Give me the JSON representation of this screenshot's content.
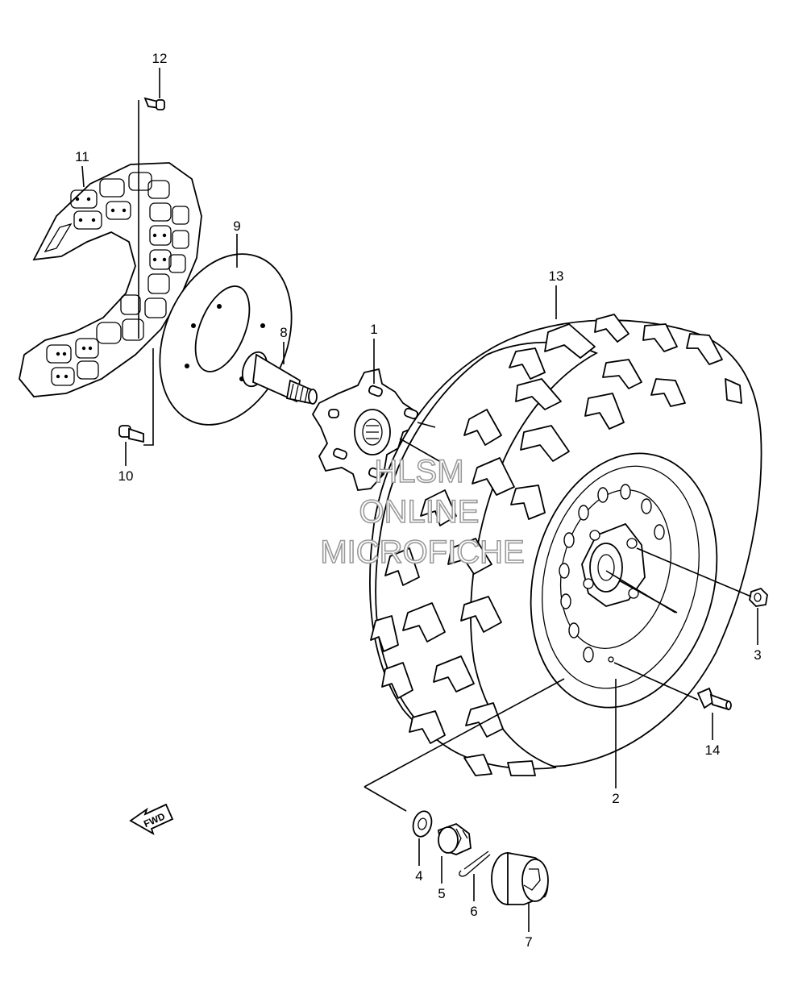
{
  "callouts": {
    "c1": "1",
    "c2": "2",
    "c3": "3",
    "c4": "4",
    "c5": "5",
    "c6": "6",
    "c7": "7",
    "c8": "8",
    "c9": "9",
    "c10": "10",
    "c11": "11",
    "c12": "12",
    "c13": "13",
    "c14": "14"
  },
  "fwd_arrow": "FWD",
  "watermark": {
    "line1": "HLSM",
    "line2": "ONLINE",
    "line3": "MICROFICHE"
  }
}
